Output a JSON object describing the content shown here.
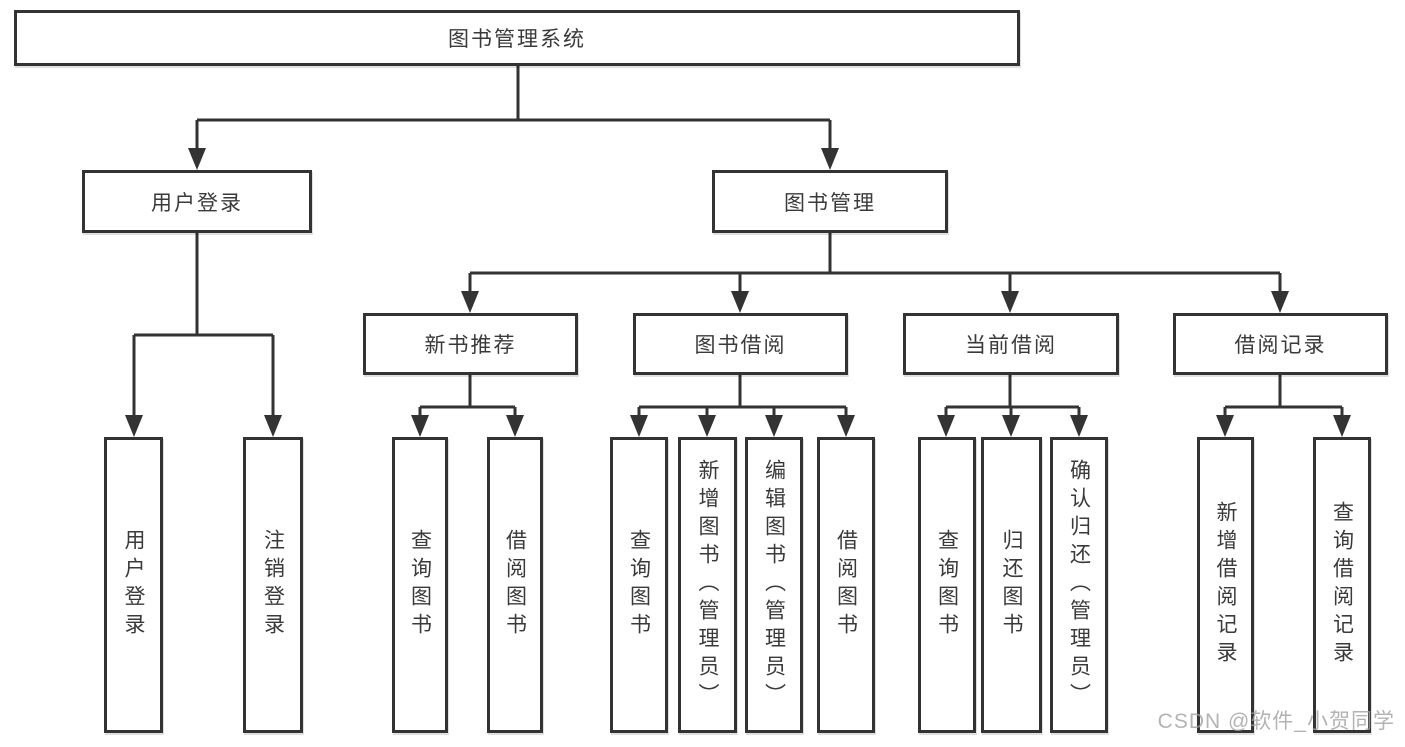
{
  "diagram": {
    "root": {
      "label": "图书管理系统"
    },
    "level2": {
      "user_login": {
        "label": "用户登录"
      },
      "book_mgmt": {
        "label": "图书管理"
      }
    },
    "level3": {
      "new_book": {
        "label": "新书推荐"
      },
      "book_borrow": {
        "label": "图书借阅"
      },
      "current_borrow": {
        "label": "当前借阅"
      },
      "borrow_records": {
        "label": "借阅记录"
      }
    },
    "leaves": {
      "user_login": [
        "用户登录",
        "注销登录"
      ],
      "new_book": [
        "查询图书",
        "借阅图书"
      ],
      "book_borrow": [
        "查询图书",
        "新增图书（管理员）",
        "编辑图书（管理员）",
        "借阅图书"
      ],
      "current_borrow": [
        "查询图书",
        "归还图书",
        "确认归还（管理员）"
      ],
      "borrow_records": [
        "新增借阅记录",
        "查询借阅记录"
      ]
    }
  },
  "watermark": "CSDN @软件_小贺同学",
  "colors": {
    "line": "#333333",
    "text": "#3a3a3a",
    "box_background": "#ffffff",
    "watermark": "#a0a0a0"
  }
}
